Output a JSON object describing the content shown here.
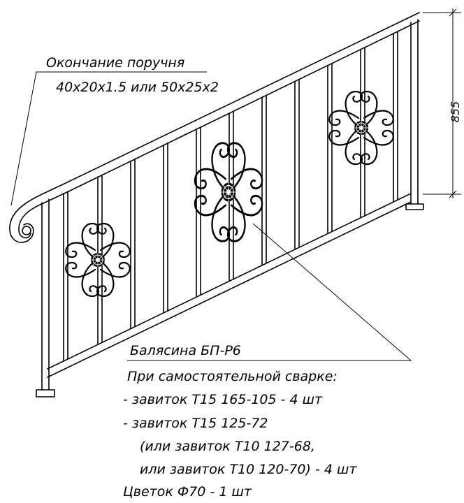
{
  "handrail_end": {
    "title": "Окончание поручня",
    "profile": "40x20x1.5 или 50x25x2"
  },
  "dimension": {
    "height": "855"
  },
  "baluster": {
    "title": "Балясина БП-Р6",
    "self_weld_header": "При самостоятельной сварке:",
    "item1": "- завиток Т15 165-105 - 4 шт",
    "item2": "- завиток Т15 125-72",
    "item3": "(или завиток Т10 127-68,",
    "item4": "или завиток Т10 120-70) - 4 шт",
    "item5": "Цветок Ф70 - 1 шт"
  }
}
